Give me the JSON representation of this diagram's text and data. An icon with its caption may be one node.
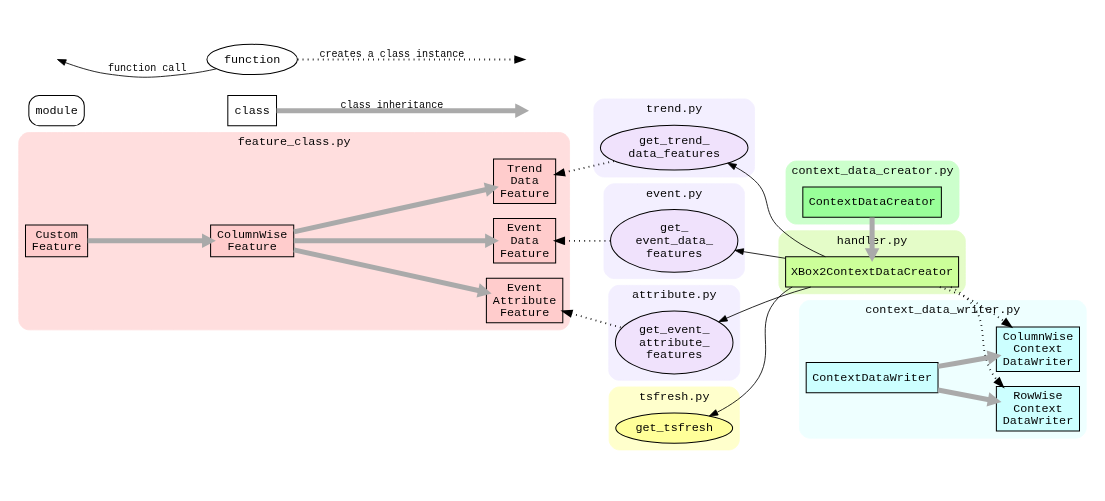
{
  "diagram": {
    "nodes": [
      {
        "text": [
          "feature_class.py"
        ]
      },
      {
        "text": [
          "Custom Feature"
        ],
        "in": 0
      },
      {
        "text": [
          "ColumnWise Feature"
        ],
        "in": 0
      },
      {
        "text": [
          "Trend Data Feature"
        ],
        "in": 0
      },
      {
        "text": [
          "Event Data Feature"
        ],
        "in": 0
      },
      {
        "text": [
          "Event Attribute Feature"
        ],
        "in": 0
      },
      {
        "text": [
          "trend.py"
        ]
      },
      {
        "text": [
          "get_trend_ data_features"
        ],
        "in": 6
      },
      {
        "text": [
          "event.py"
        ]
      },
      {
        "text": [
          "get_ event_data_ features"
        ],
        "in": 8
      },
      {
        "text": [
          "attribute.py"
        ]
      },
      {
        "text": [
          "get_event_ attribute_ features"
        ],
        "in": 10
      },
      {
        "text": [
          "tsfresh.py"
        ]
      },
      {
        "text": [
          "get_tsfresh"
        ],
        "in": 12
      },
      {
        "text": [
          "context_data_creator.py"
        ]
      },
      {
        "text": [
          "ContextDataCreator"
        ],
        "in": 14
      },
      {
        "text": [
          "handler.py"
        ]
      },
      {
        "text": [
          "XBox2ContextDataCreator"
        ],
        "in": 16
      },
      {
        "text": [
          "context_data_writer.py"
        ]
      },
      {
        "text": [
          "ContextDataWriter"
        ],
        "in": 18
      },
      {
        "text": [
          "ColumnWise Context DataWriter"
        ],
        "in": 18
      },
      {
        "text": [
          "RowWise Context DataWriter"
        ],
        "in": 18
      },
      {
        "text": [
          "module"
        ]
      },
      {
        "text": [
          "class"
        ]
      },
      {
        "text": [
          "function"
        ]
      }
    ],
    "edges": [
      {
        "from": 1,
        "to": 2,
        "arrow": "to",
        "style": "thick",
        "color": "#aaaaaa"
      },
      {
        "from": 2,
        "to": 3,
        "arrow": "to",
        "style": "thick",
        "color": "#aaaaaa"
      },
      {
        "from": 2,
        "to": 4,
        "arrow": "to",
        "style": "thick",
        "color": "#aaaaaa"
      },
      {
        "from": 2,
        "to": 5,
        "arrow": "to",
        "style": "thick",
        "color": "#aaaaaa"
      },
      {
        "from": 7,
        "to": 3,
        "arrow": "to",
        "style": "dashed"
      },
      {
        "from": 9,
        "to": 4,
        "arrow": "to",
        "style": "dashed"
      },
      {
        "from": 11,
        "to": 5,
        "arrow": "to",
        "style": "dashed"
      },
      {
        "from": 17,
        "to": 7,
        "arrow": "to"
      },
      {
        "from": 17,
        "to": 9,
        "arrow": "to"
      },
      {
        "from": 17,
        "to": 11,
        "arrow": "to"
      },
      {
        "from": 17,
        "to": 13,
        "arrow": "to"
      },
      {
        "from": 15,
        "to": 17,
        "arrow": "to",
        "style": "thick",
        "color": "#aaaaaa"
      },
      {
        "from": 17,
        "to": 20,
        "arrow": "to",
        "style": "dashed"
      },
      {
        "from": 17,
        "to": 21,
        "arrow": "to",
        "style": "dashed"
      },
      {
        "from": 19,
        "to": 20,
        "arrow": "to",
        "style": "thick",
        "color": "#aaaaaa"
      },
      {
        "from": 19,
        "to": 21,
        "arrow": "to",
        "style": "thick",
        "color": "#aaaaaa"
      },
      {
        "from": 23,
        "to": null,
        "arrow": "to",
        "label": "class inheritance",
        "style": "thick",
        "color": "#aaaaaa"
      },
      {
        "from": 24,
        "to": null,
        "arrow": "to",
        "label": "creates a class instance",
        "style": "dashed"
      },
      {
        "from": 24,
        "to": null,
        "arrow": "to",
        "label": "function call"
      }
    ]
  }
}
